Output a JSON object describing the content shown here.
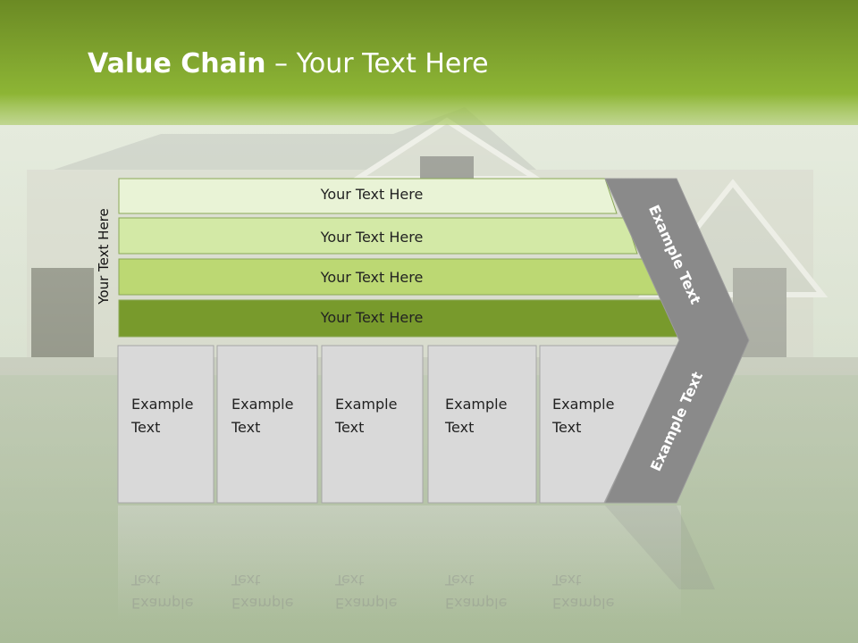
{
  "title": {
    "bold": "Value Chain",
    "rest": " – Your Text Here"
  },
  "vertical_label": "Your Text Here",
  "bars": [
    {
      "label": "Your Text Here"
    },
    {
      "label": "Your Text Here"
    },
    {
      "label": "Your Text Here"
    },
    {
      "label": "Your Text Here"
    }
  ],
  "boxes": [
    {
      "line1": "Example",
      "line2": "Text"
    },
    {
      "line1": "Example",
      "line2": "Text"
    },
    {
      "line1": "Example",
      "line2": "Text"
    },
    {
      "line1": "Example",
      "line2": "Text"
    },
    {
      "line1": "Example",
      "line2": "Text"
    }
  ],
  "chevron": {
    "top_label": "Example Text",
    "bottom_label": "Example Text"
  },
  "colors": {
    "header_green": "#7faa2c",
    "bar1": "#e9f3d6",
    "bar2": "#d3e9a6",
    "bar3": "#bcd873",
    "bar4": "#789a2c",
    "box": "#d9d9d9",
    "chevron": "#8a8a8a"
  }
}
